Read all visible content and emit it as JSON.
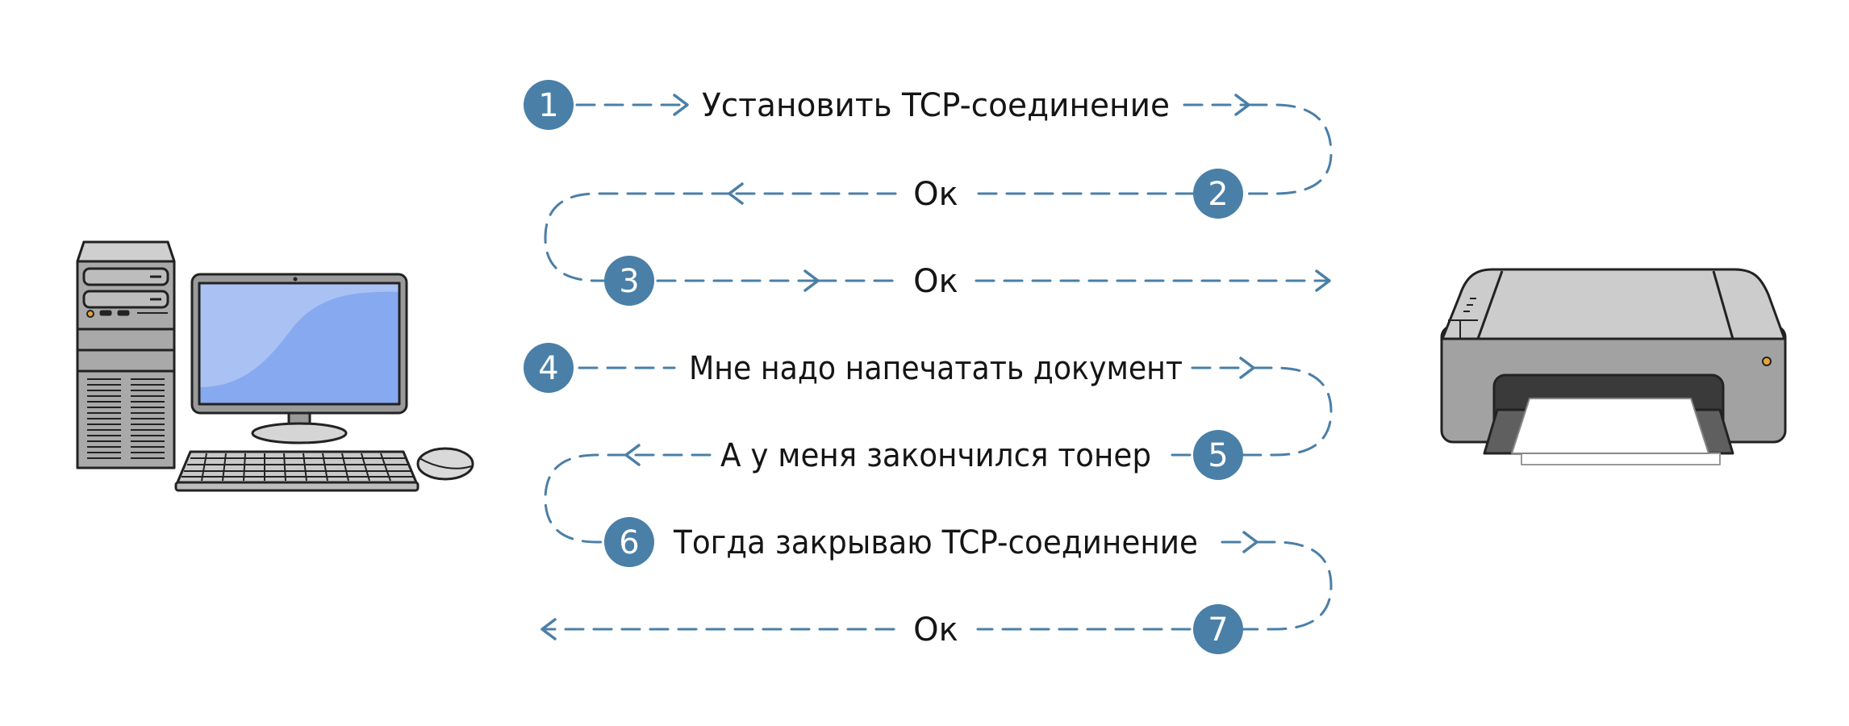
{
  "steps": [
    {
      "number": "1",
      "label": "Установить TCP-соединение"
    },
    {
      "number": "2",
      "label": "Ок"
    },
    {
      "number": "3",
      "label": "Ок"
    },
    {
      "number": "4",
      "label": "Мне надо напечатать документ"
    },
    {
      "number": "5",
      "label": "А у меня закончился тонер"
    },
    {
      "number": "6",
      "label": "Тогда закрываю TCP-соединение"
    },
    {
      "number": "7",
      "label": "Ок"
    }
  ],
  "colors": {
    "accent": "#4a7fa7",
    "text": "#151515",
    "screen": "#86a9ef"
  },
  "icons": {
    "left": "desktop-computer-icon",
    "right": "printer-icon"
  }
}
